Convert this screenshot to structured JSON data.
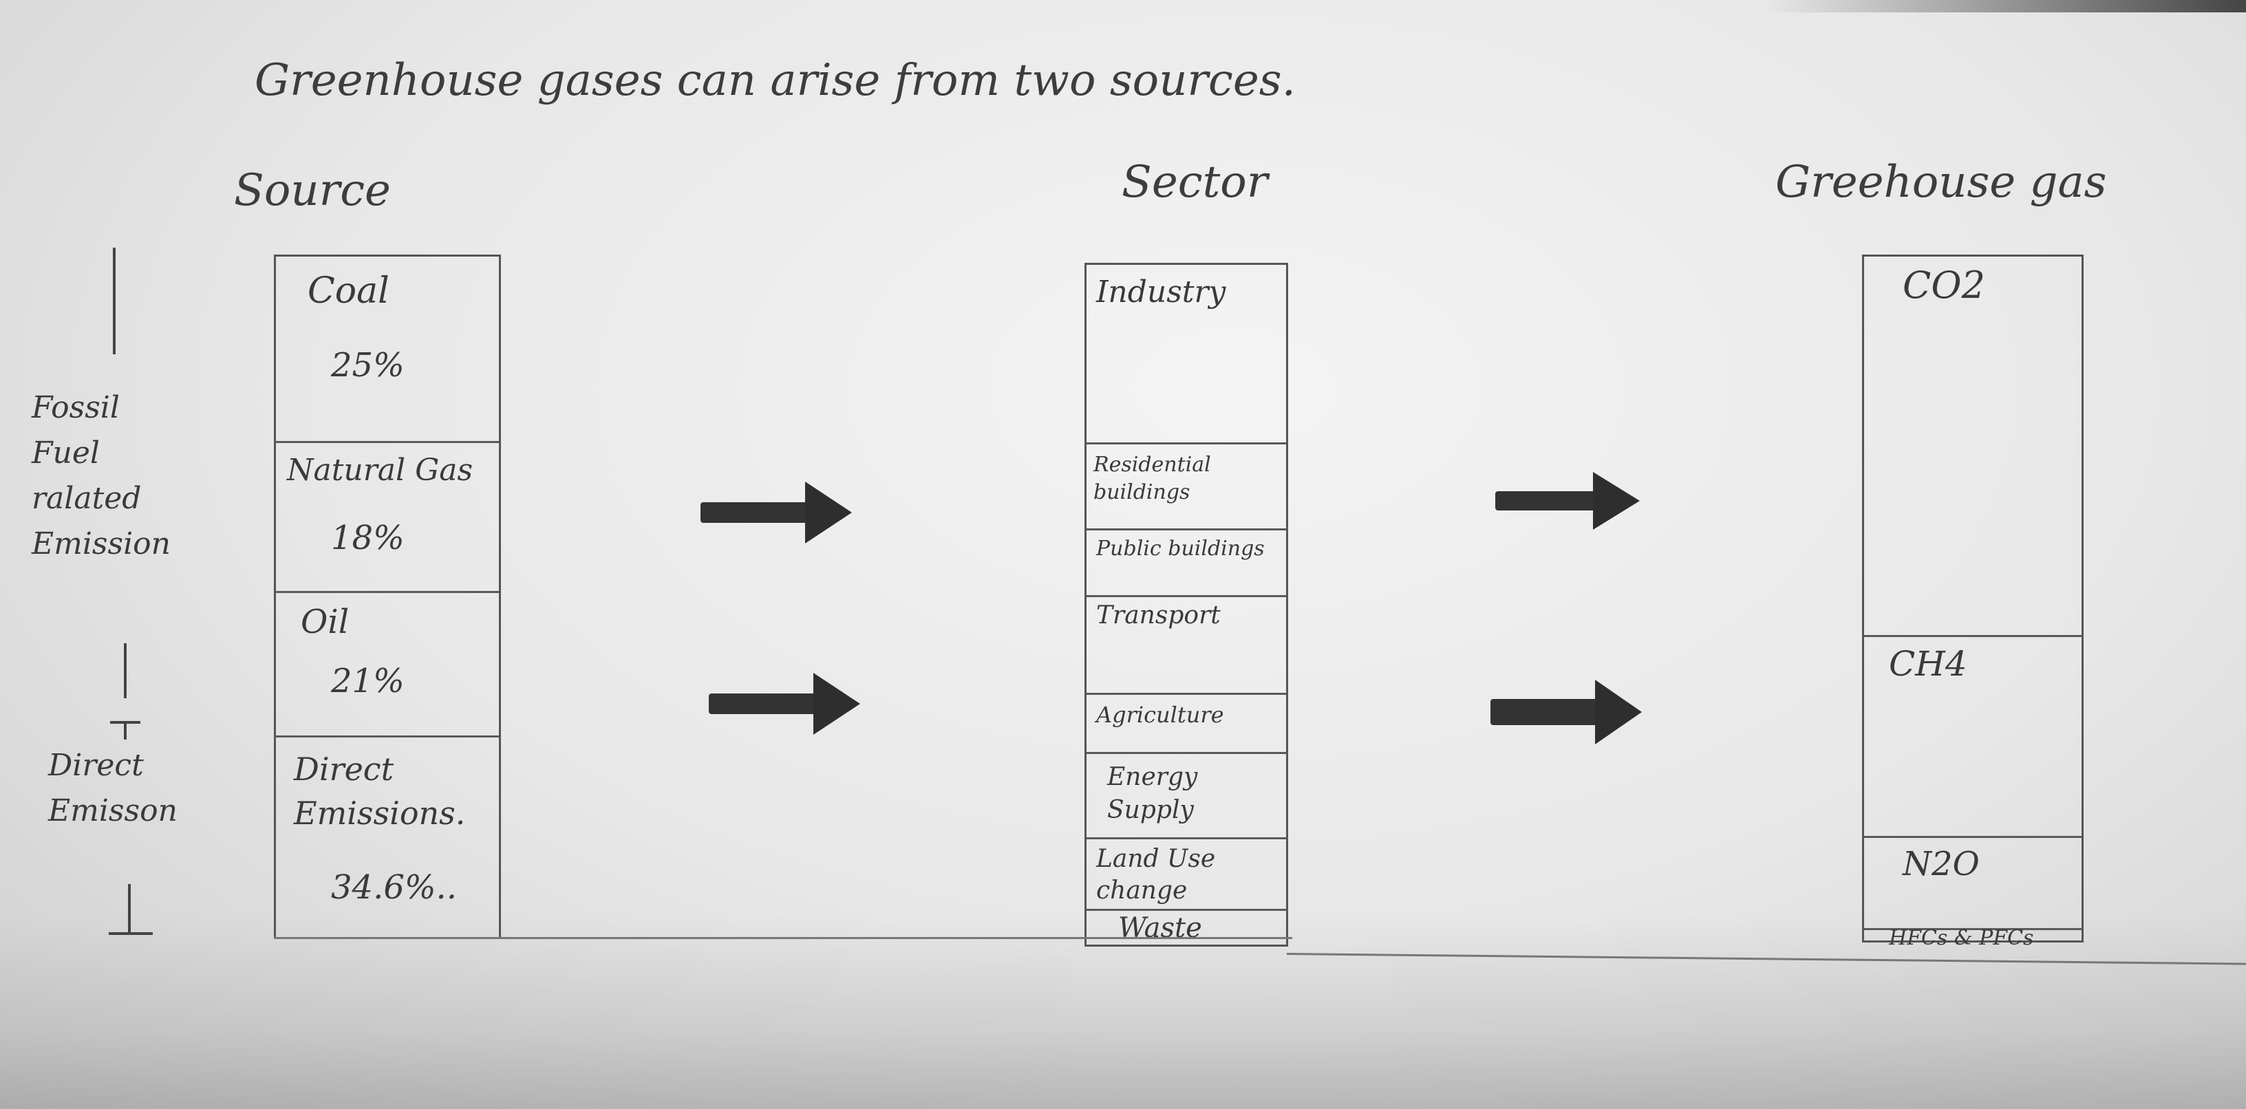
{
  "title": "Greenhouse gases can arise from two sources.",
  "headers": {
    "source": "Source",
    "sector": "Sector",
    "gas": "Greehouse gas"
  },
  "side_labels": {
    "fossil": [
      "Fossil",
      "Fuel",
      "ralated",
      "Emission"
    ],
    "direct": [
      "Direct",
      "Emisson"
    ]
  },
  "sources": [
    {
      "label": "Coal",
      "pct": "25%"
    },
    {
      "label": "Natural Gas",
      "pct": "18%"
    },
    {
      "label": "Oil",
      "pct": "21%"
    },
    {
      "label": "Direct Emissions.",
      "pct": "34.6%.."
    }
  ],
  "sectors": [
    {
      "label": "Industry"
    },
    {
      "label": "Residential buildings"
    },
    {
      "label": "Public buildings"
    },
    {
      "label": "Transport"
    },
    {
      "label": "Agriculture"
    },
    {
      "label": "Energy Supply"
    },
    {
      "label": "Land Use change"
    },
    {
      "label": "Waste"
    }
  ],
  "gases": [
    {
      "label": "CO2"
    },
    {
      "label": "CH4"
    },
    {
      "label": "N2O"
    },
    {
      "label": "HFCs & PFCs"
    }
  ],
  "colors": {
    "pencil": "#3a3a3a",
    "arrow": "#2e2e2e"
  }
}
